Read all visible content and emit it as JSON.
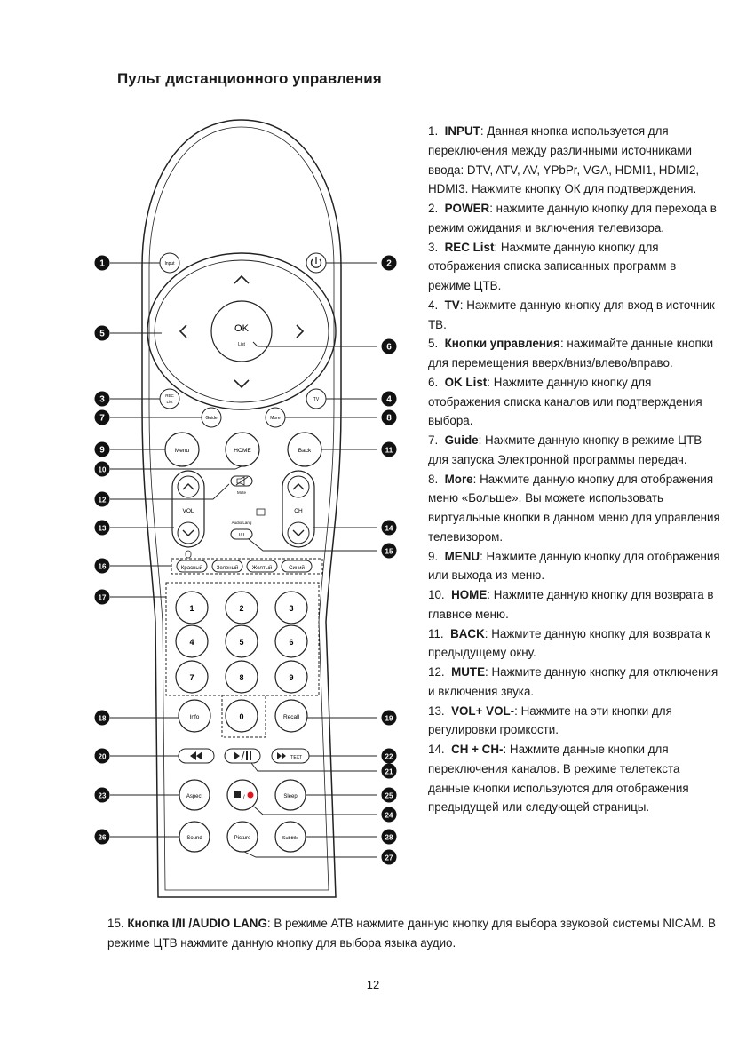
{
  "title": "Пульт дистанционного управления",
  "descriptions": [
    {
      "num": "1.",
      "key": "INPUT",
      "text": ": Данная кнопка используется для переключения между различными источниками ввода: DTV, ATV, AV, YPbPr, VGA, HDMI1, HDMI2, HDMI3. Нажмите кнопку ОК для подтверждения."
    },
    {
      "num": "2.",
      "key": "POWER",
      "text": ": нажмите данную кнопку для перехода в режим ожидания и включения телевизора."
    },
    {
      "num": "3.",
      "key": "REC List",
      "text": ": Нажмите данную кнопку для отображения списка записанных программ в режиме ЦТВ."
    },
    {
      "num": "4.",
      "key": "TV",
      "text": ": Нажмите данную кнопку для вход в источник ТВ."
    },
    {
      "num": "5.",
      "key": "Кнопки управления",
      "text": ": нажимайте данные кнопки для перемещения вверх/вниз/влево/вправо."
    },
    {
      "num": "6.",
      "key": "OK List",
      "text": ": Нажмите данную кнопку для отображения списка каналов или подтверждения выбора."
    },
    {
      "num": "7.",
      "key": "Guide",
      "text": ": Нажмите данную кнопку в режиме ЦТВ для запуска Электронной программы передач."
    },
    {
      "num": "8.",
      "key": "More",
      "text": ": Нажмите данную кнопку для отображения меню «Больше». Вы можете использовать виртуальные кнопки в данном меню для управления телевизором."
    },
    {
      "num": "9.",
      "key": "MENU",
      "text": ": Нажмите данную кнопку для отображения или выхода из меню."
    },
    {
      "num": "10.",
      "key": "HOME",
      "text": ": Нажмите данную кнопку для возврата в главное меню."
    },
    {
      "num": "11.",
      "key": "BACK",
      "text": ": Нажмите данную кнопку для возврата к предыдущему окну."
    },
    {
      "num": "12.",
      "key": "MUTE",
      "text": ": Нажмите данную кнопку для отключения и включения звука."
    },
    {
      "num": "13.",
      "key": "VOL+ VOL-",
      "text": ": Нажмите на эти кнопки для регулировки громкости."
    },
    {
      "num": "14.",
      "key": "CH + CH-",
      "text": ": Нажмите данные кнопки для переключения каналов. В режиме телетекста данные кнопки используются для отображения предыдущей или следующей страницы."
    }
  ],
  "footnote": {
    "num": "15.",
    "key": "Кнопка I/II /AUDIO LANG",
    "text": ": В режиме АТВ нажмите данную кнопку для выбора звуковой системы NICAM. В режиме ЦТВ нажмите данную кнопку для выбора языка аудио."
  },
  "page_number": "12",
  "remote": {
    "input": "Input",
    "ok": "OK",
    "list": "List",
    "rec": "REC",
    "rec_list": "List",
    "tv": "TV",
    "guide": "Guide",
    "more": "More",
    "menu": "Menu",
    "home": "HOME",
    "back": "Back",
    "mute": "Mute",
    "vol": "VOL",
    "ch": "CH",
    "audio_lang": "Audio Lang",
    "i_ii": "I/II",
    "red": "Красный",
    "green": "Зеленый",
    "yellow": "Желтый",
    "blue": "Синий",
    "digits": [
      "1",
      "2",
      "3",
      "4",
      "5",
      "6",
      "7",
      "8",
      "9"
    ],
    "zero": "0",
    "info": "Info",
    "recall": "Recall",
    "text_btn": "/TEXT",
    "aspect": "Aspect",
    "sleep": "Sleep",
    "sound": "Sound",
    "picture": "Picture",
    "subtitle": "Subtitle"
  },
  "callouts": [
    "1",
    "2",
    "3",
    "4",
    "5",
    "6",
    "7",
    "8",
    "9",
    "10",
    "11",
    "12",
    "13",
    "14",
    "15",
    "16",
    "17",
    "18",
    "19",
    "20",
    "21",
    "22",
    "23",
    "24",
    "25",
    "26",
    "27",
    "28"
  ]
}
